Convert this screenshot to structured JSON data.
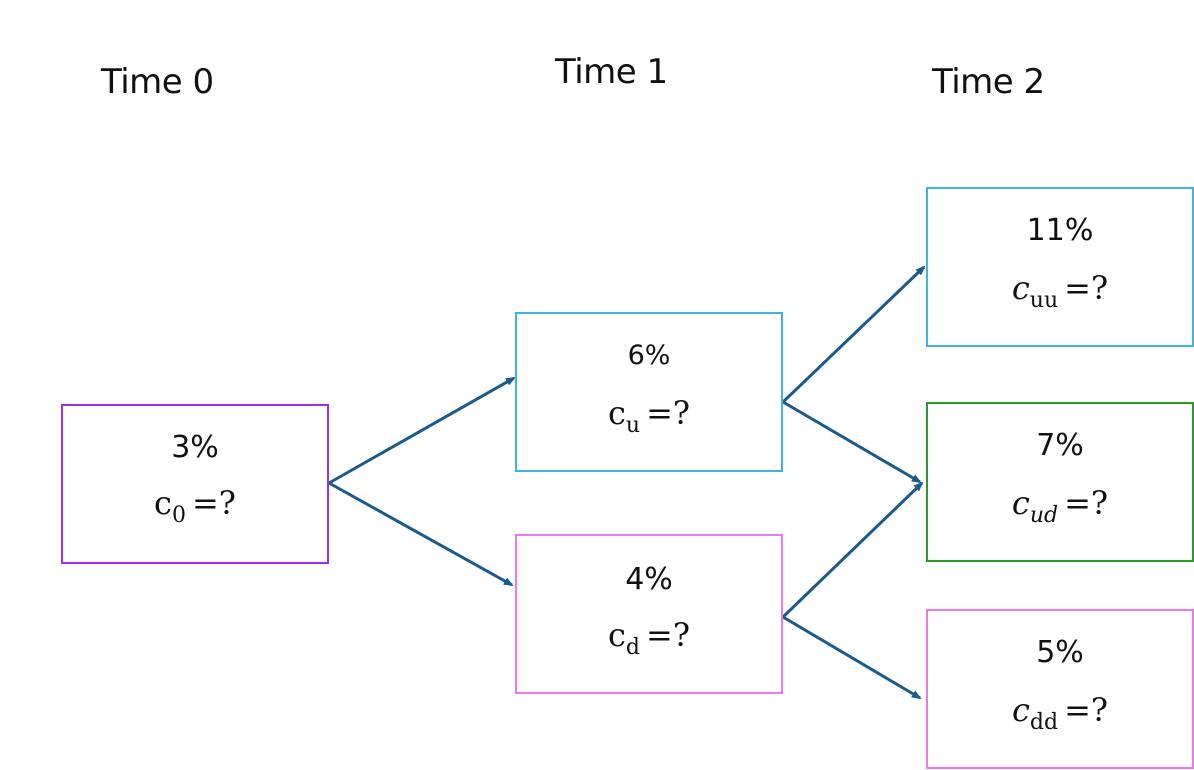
{
  "time_labels": [
    "Time 0",
    "Time 1",
    "Time 2"
  ],
  "nodes": {
    "c0": {
      "rate": "3%",
      "symbol": "c",
      "sub": "0",
      "rest": "=?",
      "color": "#9b30e8"
    },
    "cu": {
      "rate": "6%",
      "symbol": "c",
      "sub": "u",
      "rest": "=?",
      "color": "#3fb4e8"
    },
    "cd": {
      "rate": "4%",
      "symbol": "c",
      "sub": "d",
      "rest": "=?",
      "color": "#ee77ee"
    },
    "cuu": {
      "rate": "11%",
      "symbol": "c",
      "sub": "uu",
      "rest": "=?",
      "color": "#3fb4e8"
    },
    "cud": {
      "rate": "7%",
      "symbol": "c",
      "sub": "ud",
      "rest": "=?",
      "color": "#2a9a2a"
    },
    "cdd": {
      "rate": "5%",
      "symbol": "c",
      "sub": "dd",
      "rest": "=?",
      "color": "#ee77ee"
    }
  },
  "edges": [
    {
      "from": "c0",
      "to": "cu"
    },
    {
      "from": "c0",
      "to": "cd"
    },
    {
      "from": "cu",
      "to": "cuu"
    },
    {
      "from": "cu",
      "to": "cud"
    },
    {
      "from": "cd",
      "to": "cud"
    },
    {
      "from": "cd",
      "to": "cdd"
    }
  ],
  "colors": {
    "arrow": "#1b5a8e",
    "text": "#111111"
  }
}
